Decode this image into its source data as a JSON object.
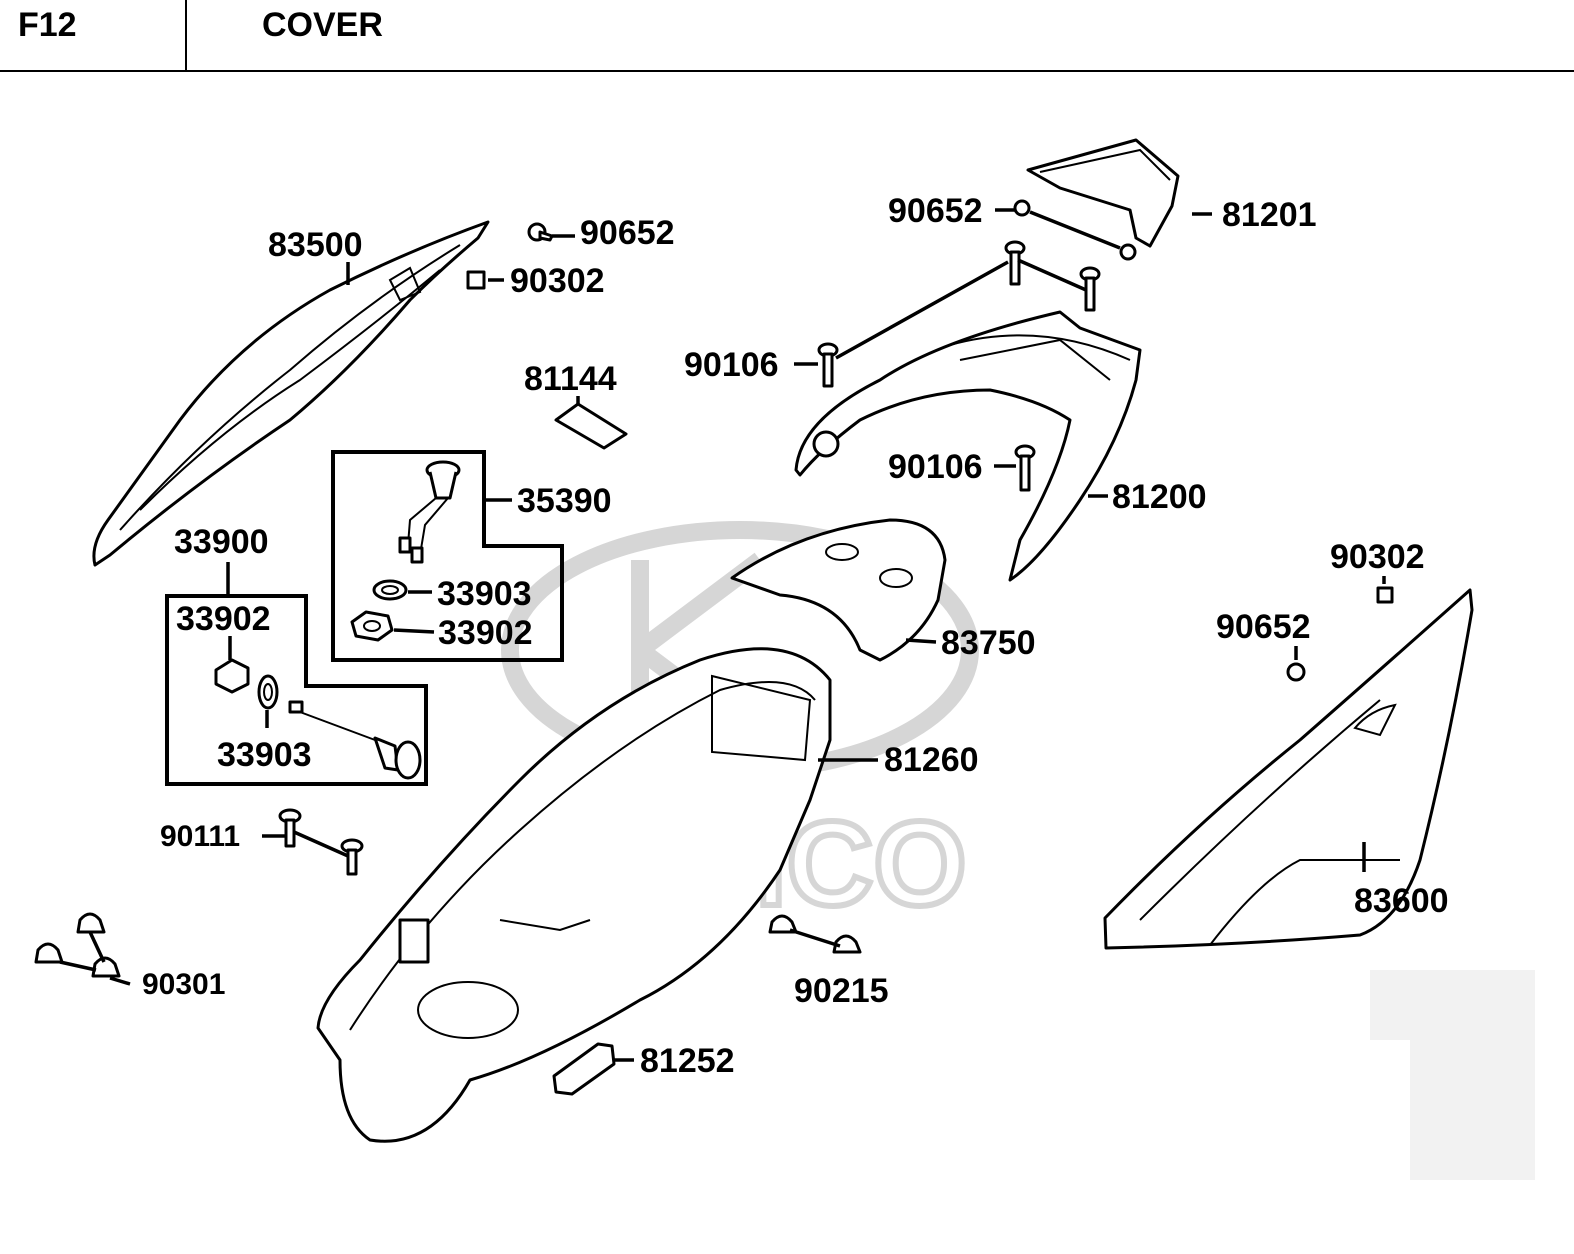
{
  "header": {
    "code": "F12",
    "title": "COVER"
  },
  "watermark": {
    "brand": "KYMCO"
  },
  "labels": {
    "p83500": "83500",
    "p90652_a": "90652",
    "p90302_a": "90302",
    "p81144": "81144",
    "p35390": "35390",
    "p33903_a": "33903",
    "p33902_a": "33902",
    "p33900": "33900",
    "p33902_b": "33902",
    "p33903_b": "33903",
    "p90111": "90111",
    "p90301": "90301",
    "p90652_b": "90652",
    "p81201": "81201",
    "p90106_a": "90106",
    "p90106_b": "90106",
    "p81200": "81200",
    "p83750": "83750",
    "p81260": "81260",
    "p90302_b": "90302",
    "p90652_c": "90652",
    "p83600": "83600",
    "p90215": "90215",
    "p81252": "81252"
  },
  "colors": {
    "ink": "#000000",
    "watermark": "#d6d6d6",
    "background": "#ffffff"
  }
}
